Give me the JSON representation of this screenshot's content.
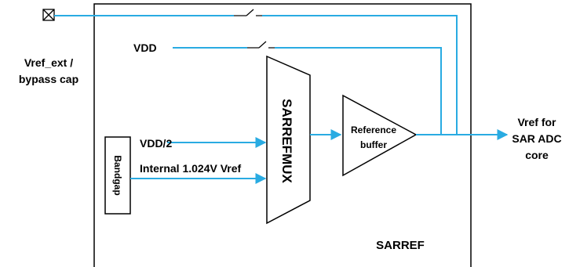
{
  "colors": {
    "signal_wire": "#29abe2",
    "outline": "#000000",
    "background": "#ffffff"
  },
  "icons": {
    "pin": "box-with-cross-icon",
    "switch": "open-switch-icon"
  },
  "labels": {
    "vref_ext_line1": "Vref_ext /",
    "vref_ext_line2": "bypass cap",
    "vdd": "VDD",
    "vdd_half": "VDD/2",
    "internal_vref": "Internal 1.024V Vref",
    "bandgap": "Bandgap",
    "mux": "SARREFMUX",
    "ref_buffer_line1": "Reference",
    "ref_buffer_line2": "buffer",
    "output_line1": "Vref for",
    "output_line2": "SAR ADC",
    "output_line3": "core",
    "block_name": "SARREF"
  }
}
